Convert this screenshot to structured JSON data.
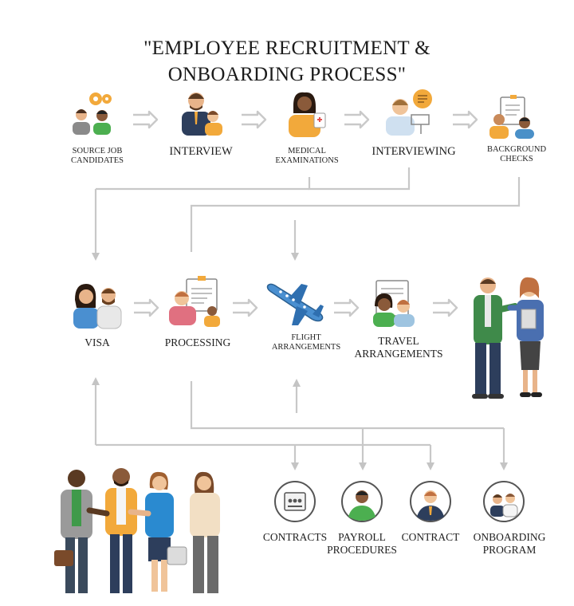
{
  "title": {
    "line1": "\"EMPLOYEE RECRUITMENT &",
    "line2": "ONBOARDING PROCESS\""
  },
  "row1": [
    {
      "line1": "SOURCE JOB",
      "line2": "CANDIDATES",
      "icon": "candidates-with-gears-icon"
    },
    {
      "line1": "INTERVIEW",
      "line2": "",
      "icon": "interview-people-icon"
    },
    {
      "line1": "MEDICAL",
      "line2": "EXAMINATIONS",
      "icon": "doctor-with-clipboard-icon"
    },
    {
      "line1": "INTERVIEWING",
      "line2": "",
      "icon": "interviewer-speech-bubble-icon"
    },
    {
      "line1": "BACKGROUND",
      "line2": "CHECKS",
      "icon": "background-check-document-icon"
    }
  ],
  "row2": [
    {
      "line1": "VISA",
      "line2": "",
      "icon": "two-applicants-icon"
    },
    {
      "line1": "PROCESSING",
      "line2": "",
      "icon": "processing-document-icon"
    },
    {
      "line1": "FLIGHT",
      "line2": "ARRANGEMENTS",
      "icon": "airplane-icon"
    },
    {
      "line1": "TRAVEL",
      "line2": "ARRANGEMENTS",
      "icon": "travel-document-icon"
    }
  ],
  "row3": [
    {
      "line1": "CONTRACTS",
      "line2": "",
      "icon": "contract-document-circle-icon"
    },
    {
      "line1": "PAYROLL",
      "line2": "PROCEDURES",
      "icon": "payroll-person-circle-icon"
    },
    {
      "line1": "CONTRACT",
      "line2": "",
      "icon": "contract-person-circle-icon"
    },
    {
      "line1": "ONBOARDING",
      "line2": "PROGRAM",
      "icon": "onboarding-team-circle-icon"
    }
  ],
  "colors": {
    "arrow": "#c8c8c8",
    "wire": "#c8c8c8"
  }
}
